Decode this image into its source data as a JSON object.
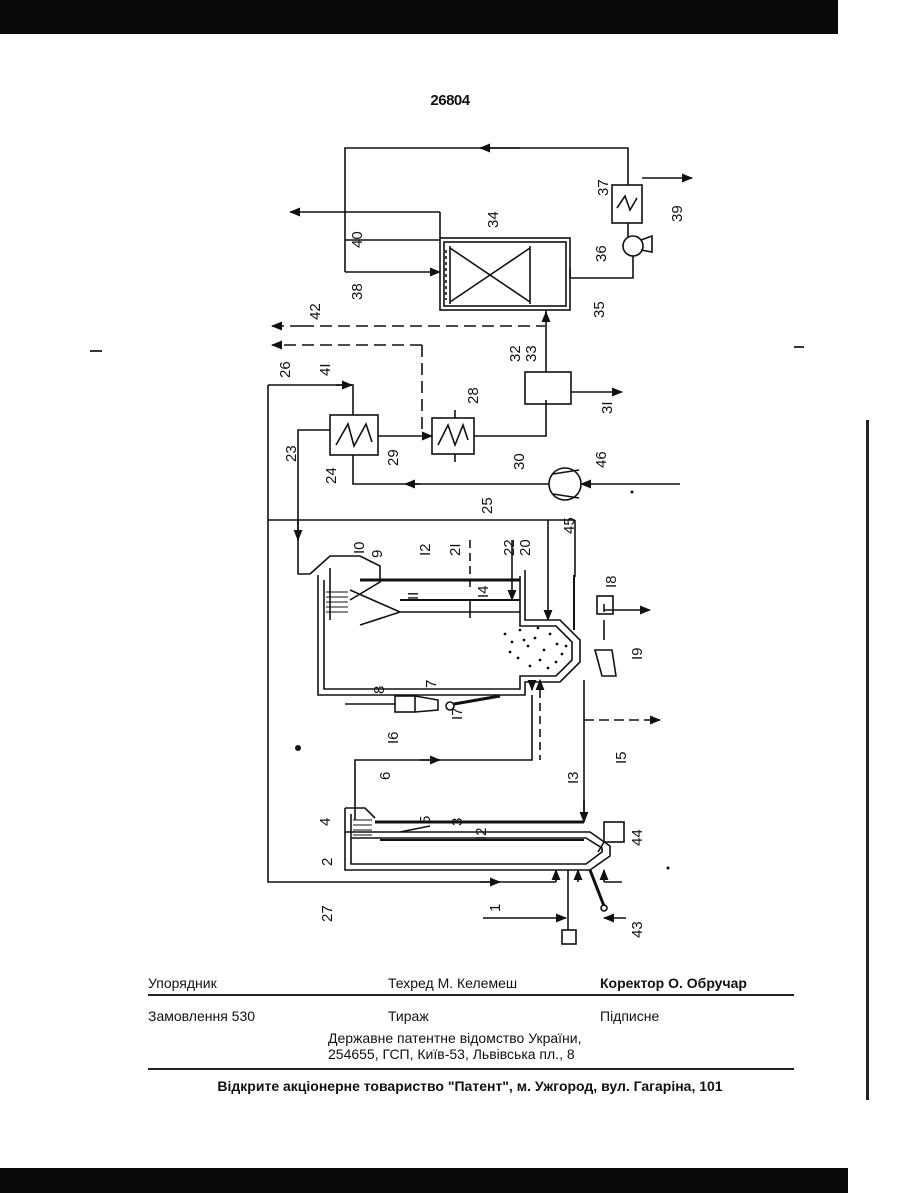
{
  "page_number": "26804",
  "diagram": {
    "labels": {
      "n1": "1",
      "n2": "2",
      "n3": "3",
      "n4": "4",
      "n5": "5",
      "n6": "6",
      "n7": "7",
      "n8": "8",
      "n9": "9",
      "n10": "I0",
      "n11": "II",
      "n12a": "I2",
      "n12b": "I2",
      "n13": "I3",
      "n14": "I4",
      "n15": "I5",
      "n16": "I6",
      "n17": "I7",
      "n18": "I8",
      "n19": "I9",
      "n20": "20",
      "n21": "2I",
      "n22": "22",
      "n23": "23",
      "n24": "24",
      "n25": "25",
      "n26": "26",
      "n27": "27",
      "n28": "28",
      "n29": "29",
      "n30": "30",
      "n31": "3I",
      "n32": "32",
      "n33": "33",
      "n34": "34",
      "n35": "35",
      "n36": "36",
      "n37": "37",
      "n38": "38",
      "n39": "39",
      "n40": "40",
      "n41": "4I",
      "n42": "42",
      "n43": "43",
      "n44": "44",
      "n45": "45",
      "n46": "46"
    }
  },
  "footer": {
    "compiler": "Упорядник",
    "techred": "Техред М. Келемеш",
    "corrector": "Коректор О. Обручар",
    "order": "Замовлення 530",
    "print_run": "Тираж",
    "subscription": "Підписне",
    "office_line1": "Державне патентне відомство України,",
    "office_line2": "254655, ГСП, Київ-53, Львівська пл., 8",
    "publisher": "Відкрите акціонерне товариство \"Патент\", м. Ужгород, вул. Гагаріна, 101"
  }
}
